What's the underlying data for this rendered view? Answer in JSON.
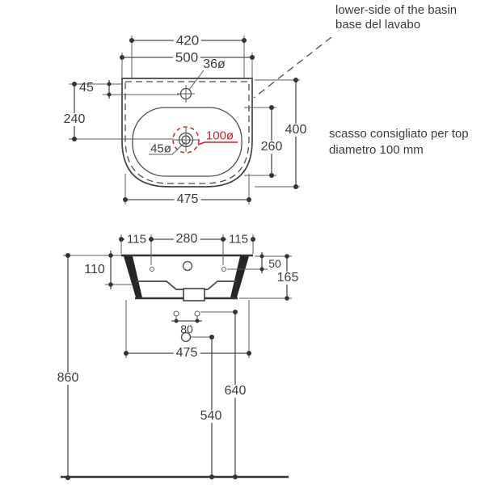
{
  "colors": {
    "line": "#4d4d4d",
    "text": "#3c3c3c",
    "accent_red": "#c4242b",
    "wall_fill": "#262626",
    "background": "#ffffff"
  },
  "annotations": {
    "basin_note": {
      "line1": "lower-side of the basin",
      "line2": "base del lavabo"
    },
    "cutout_note": {
      "line1": "scasso consigliato per top",
      "line2": "diametro 100 mm"
    }
  },
  "plan_view": {
    "dims": {
      "inner_width": "420",
      "overall_width": "500",
      "tap_hole_diameter": "36ø",
      "tap_hole_offset": "45",
      "drain_center_depth": "240",
      "overall_depth": "400",
      "bowl_depth": "260",
      "base_width": "475",
      "drain_diameter": "45ø",
      "cutout_diameter": "100ø"
    }
  },
  "front_view": {
    "dims": {
      "side_hole_offset_left": "115",
      "hole_spacing": "280",
      "side_hole_offset_right": "115",
      "apron_depth": "110",
      "hole_drop": "50",
      "basin_height": "165",
      "fixing_hole_spacing": "80",
      "base_width": "475",
      "rim_height_from_floor": "860",
      "fixing_height_from_floor": "640",
      "drain_height_from_floor": "540"
    }
  }
}
